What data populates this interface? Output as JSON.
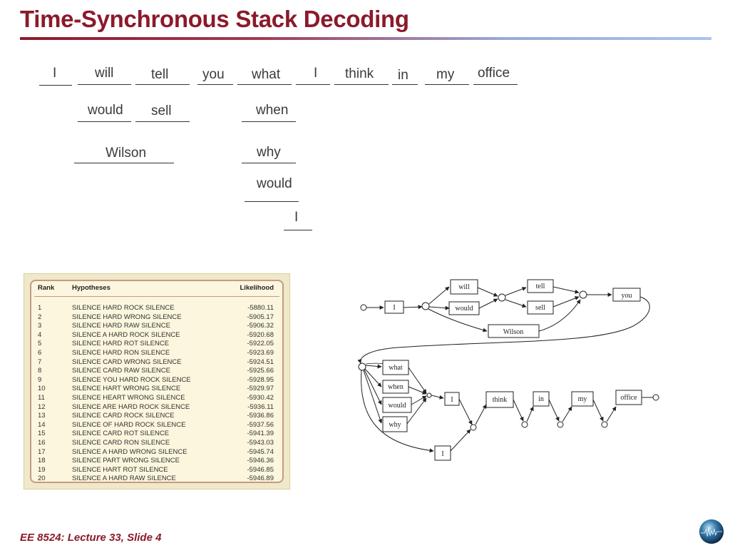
{
  "title": "Time-Synchronous Stack Decoding",
  "footer": "EE 8524: Lecture 33, Slide 4",
  "stack": {
    "row1": [
      "I",
      "will",
      "tell",
      "you",
      "what",
      "I",
      "think",
      "in",
      "my",
      "office"
    ],
    "row2": [
      "would",
      "sell",
      "when"
    ],
    "row3": [
      "Wilson",
      "why"
    ],
    "row4": [
      "would"
    ],
    "row5": [
      "I"
    ]
  },
  "table": {
    "headers": {
      "rank": "Rank",
      "hyp": "Hypotheses",
      "lik": "Likelihood"
    },
    "rows": [
      [
        "1",
        "SILENCE HARD ROCK SILENCE",
        "-5880.11"
      ],
      [
        "2",
        "SILENCE HARD WRONG SILENCE",
        "-5905.17"
      ],
      [
        "3",
        "SILENCE HARD RAW SILENCE",
        "-5906.32"
      ],
      [
        "4",
        "SILENCE A HARD ROCK SILENCE",
        "-5920.68"
      ],
      [
        "5",
        "SILENCE HARD ROT SILENCE",
        "-5922.05"
      ],
      [
        "6",
        "SILENCE HARD RON SILENCE",
        "-5923.69"
      ],
      [
        "7",
        "SILENCE CARD WRONG SILENCE",
        "-5924.51"
      ],
      [
        "8",
        "SILENCE CARD RAW SILENCE",
        "-5925.66"
      ],
      [
        "9",
        "SILENCE YOU HARD ROCK SILENCE",
        "-5928.95"
      ],
      [
        "10",
        "SILENCE HART WRONG SILENCE",
        "-5929.97"
      ],
      [
        "11",
        "SILENCE HEART WRONG SILENCE",
        "-5930.42"
      ],
      [
        "12",
        "SILENCE ARE HARD ROCK SILENCE",
        "-5936.11"
      ],
      [
        "13",
        "SILENCE CARD ROCK SILENCE",
        "-5936.86"
      ],
      [
        "14",
        "SILENCE OF HARD ROCK SILENCE",
        "-5937.56"
      ],
      [
        "15",
        "SILENCE CARD ROT SILENCE",
        "-5941.39"
      ],
      [
        "16",
        "SILENCE CARD RON SILENCE",
        "-5943.03"
      ],
      [
        "17",
        "SILENCE A HARD WRONG SILENCE",
        "-5945.74"
      ],
      [
        "18",
        "SILENCE PART WRONG SILENCE",
        "-5946.36"
      ],
      [
        "19",
        "SILENCE HART ROT SILENCE",
        "-5946.85"
      ],
      [
        "20",
        "SILENCE A HARD RAW SILENCE",
        "-5946.89"
      ]
    ]
  },
  "graph": {
    "nodes": [
      "I",
      "will",
      "would",
      "Wilson",
      "tell",
      "sell",
      "you",
      "what",
      "when",
      "would",
      "why",
      "I",
      "think",
      "in",
      "my",
      "office",
      "I"
    ]
  }
}
